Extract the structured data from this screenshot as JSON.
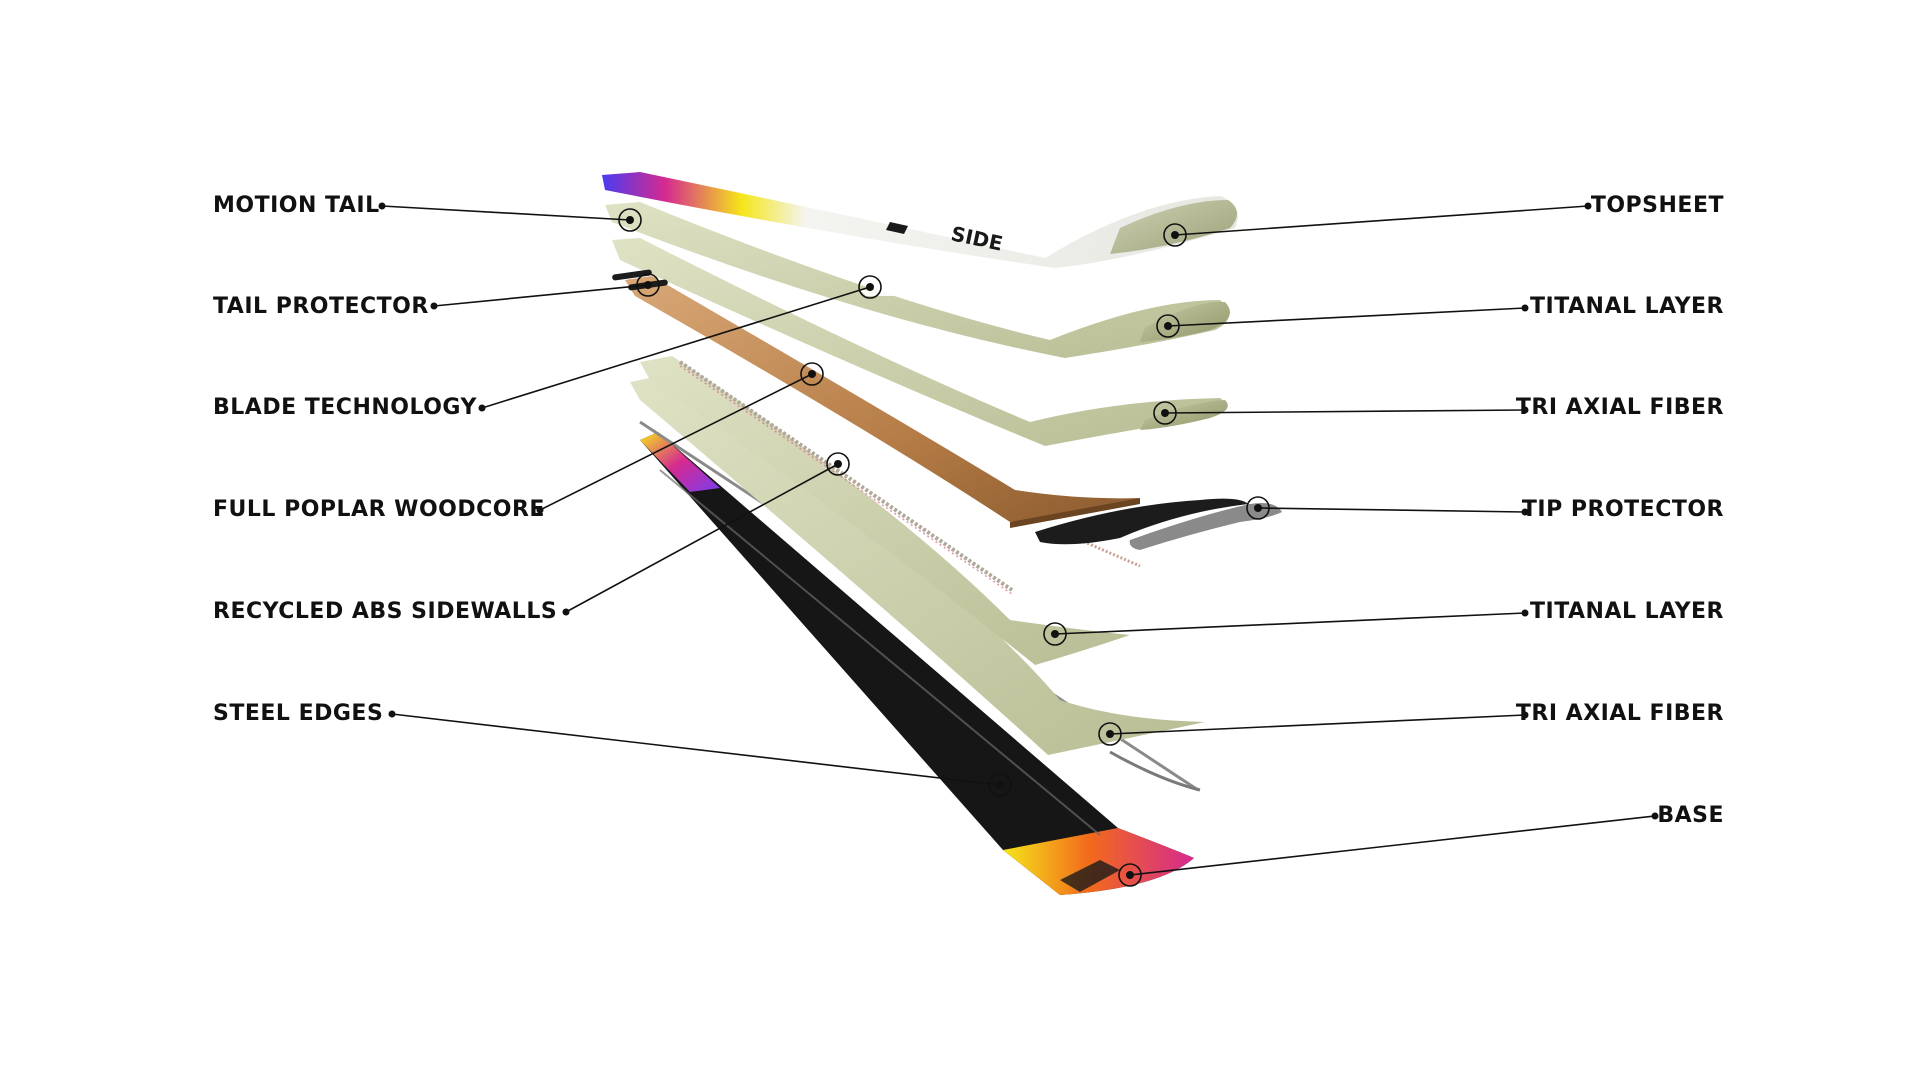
{
  "diagram": {
    "left_labels": [
      "MOTION TAIL",
      "TAIL PROTECTOR",
      "BLADE TECHNOLOGY",
      "FULL POPLAR WOODCORE",
      "RECYCLED ABS SIDEWALLS",
      "STEEL EDGES"
    ],
    "right_labels": [
      "TOPSHEET",
      "TITANAL LAYER",
      "TRI AXIAL FIBER",
      "TIP PROTECTOR",
      "TITANAL LAYER",
      "TRI AXIAL FIBER",
      "BASE"
    ],
    "topsheet_brand_text": "SIDE"
  },
  "colors": {
    "label_text": "#111111",
    "leader_line": "#111111",
    "topsheet": "#eeeeea",
    "titanal": "#c8cca6",
    "tri_axial": "#a9ae84",
    "woodcore": "#b57c46",
    "base": "#1a1a1a",
    "tip_protector": "#1c1c1c",
    "accent_yellow": "#f5e61a",
    "accent_orange": "#f26a1b",
    "accent_magenta": "#d62a8f",
    "accent_purple": "#7a3cf0"
  }
}
